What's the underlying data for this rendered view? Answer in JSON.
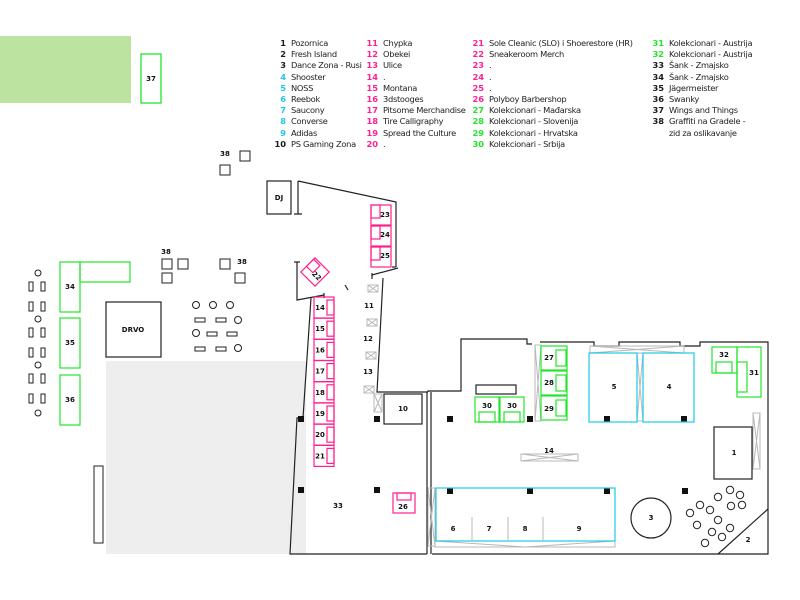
{
  "colors": {
    "black": "#1a1a1a",
    "pink": "#ff1f8e",
    "cyan": "#1ec8e8",
    "green": "#22e52a",
    "light_green_fill": "#bde3a1",
    "grey_area": "#eeeeee",
    "grey_stroke": "#b8b8b8"
  },
  "legend": {
    "columns": [
      [
        {
          "num": "1",
          "label": "Pozornica",
          "color": "black"
        },
        {
          "num": "2",
          "label": "Fresh Island",
          "color": "black"
        },
        {
          "num": "3",
          "label": "Dance Zona - Rusi",
          "color": "black"
        },
        {
          "num": "4",
          "label": "Shooster",
          "color": "cyan"
        },
        {
          "num": "5",
          "label": "NOSS",
          "color": "cyan"
        },
        {
          "num": "6",
          "label": "Reebok",
          "color": "cyan"
        },
        {
          "num": "7",
          "label": "Saucony",
          "color": "cyan"
        },
        {
          "num": "8",
          "label": "Converse",
          "color": "cyan"
        },
        {
          "num": "9",
          "label": "Adidas",
          "color": "cyan"
        },
        {
          "num": "10",
          "label": "PS Gaming Zona",
          "color": "black"
        }
      ],
      [
        {
          "num": "11",
          "label": "Chypka",
          "color": "pink"
        },
        {
          "num": "12",
          "label": "Obekei",
          "color": "pink"
        },
        {
          "num": "13",
          "label": "Ulice",
          "color": "pink"
        },
        {
          "num": "14",
          "label": ".",
          "color": "pink"
        },
        {
          "num": "15",
          "label": "Montana",
          "color": "pink"
        },
        {
          "num": "16",
          "label": "3dstooges",
          "color": "pink"
        },
        {
          "num": "17",
          "label": "Pitsome Merchandise",
          "color": "pink"
        },
        {
          "num": "18",
          "label": "Tire Calligraphy",
          "color": "pink"
        },
        {
          "num": "19",
          "label": "Spread the Culture",
          "color": "pink"
        },
        {
          "num": "20",
          "label": ".",
          "color": "pink"
        }
      ],
      [
        {
          "num": "21",
          "label": "Sole Cleanic (SLO) i Shoerestore (HR)",
          "color": "pink"
        },
        {
          "num": "22",
          "label": "Sneakeroom Merch",
          "color": "pink"
        },
        {
          "num": "23",
          "label": ".",
          "color": "pink"
        },
        {
          "num": "24",
          "label": ".",
          "color": "pink"
        },
        {
          "num": "25",
          "label": ".",
          "color": "pink"
        },
        {
          "num": "26",
          "label": "Polyboy Barbershop",
          "color": "pink"
        },
        {
          "num": "27",
          "label": "Kolekcionari - Mađarska",
          "color": "green"
        },
        {
          "num": "28",
          "label": "Kolekcionari - Slovenija",
          "color": "green"
        },
        {
          "num": "29",
          "label": "Kolekcionari - Hrvatska",
          "color": "green"
        },
        {
          "num": "30",
          "label": "Kolekcionari - Srbija",
          "color": "green"
        }
      ],
      [
        {
          "num": "31",
          "label": "Kolekcionari - Austrija",
          "color": "green"
        },
        {
          "num": "32",
          "label": "Kolekcionari - Austrija",
          "color": "green"
        },
        {
          "num": "33",
          "label": "Šank - Zmajsko",
          "color": "black"
        },
        {
          "num": "34",
          "label": "Šank - Zmajsko",
          "color": "black"
        },
        {
          "num": "35",
          "label": "Jägermeister",
          "color": "black"
        },
        {
          "num": "36",
          "label": "Swanky",
          "color": "black"
        },
        {
          "num": "37",
          "label": "Wings and Things",
          "color": "black"
        },
        {
          "num": "38",
          "label": "Graffiti na Gradele -",
          "color": "black"
        },
        {
          "num": "",
          "label": "zid za oslikavanje",
          "color": "black"
        }
      ]
    ]
  },
  "map_labels": {
    "dj": "DJ",
    "drvo": "DRVO",
    "s1": "1",
    "s2": "2",
    "s3": "3",
    "s4": "4",
    "s5": "5",
    "s6": "6",
    "s7": "7",
    "s8": "8",
    "s9": "9",
    "s10": "10",
    "s11": "11",
    "s12": "12",
    "s13": "13",
    "s14": "14",
    "s15": "15",
    "s16": "16",
    "s17": "17",
    "s18": "18",
    "s19": "19",
    "s20": "20",
    "s21": "21",
    "s22": "22",
    "s23": "23",
    "s24": "24",
    "s25": "25",
    "s26": "26",
    "s27": "27",
    "s28": "28",
    "s29": "29",
    "s30a": "30",
    "s30b": "30",
    "s31": "31",
    "s32": "32",
    "s33": "33",
    "s34": "34",
    "s35": "35",
    "s36": "36",
    "s37": "37",
    "s38a": "38",
    "s38b": "38",
    "s38c": "38"
  }
}
